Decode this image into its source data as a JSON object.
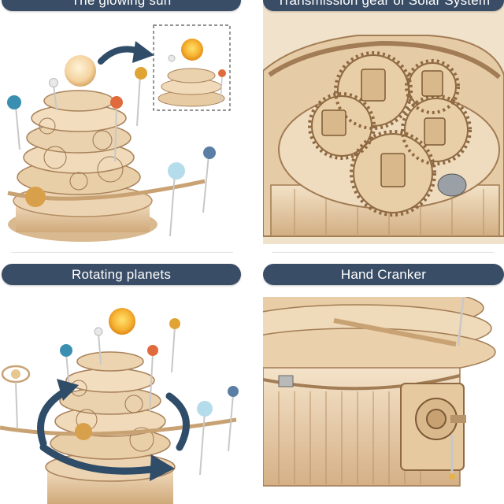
{
  "panels": [
    {
      "title": "The glowing sun"
    },
    {
      "title": "Transmission gear of Solar System"
    },
    {
      "title": "Rotating planets"
    },
    {
      "title": "Hand Cranker"
    }
  ],
  "colors": {
    "pill": "#3a4d66",
    "wood_light": "#f1dcc0",
    "wood_mid": "#dcbd95",
    "wood_dark": "#b58d63",
    "arrow": "#2f4d68",
    "sun_glow": "#f5b53a"
  }
}
